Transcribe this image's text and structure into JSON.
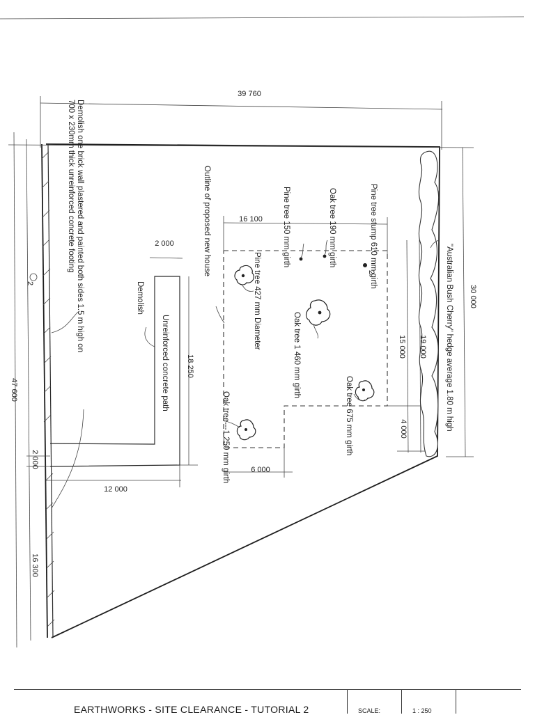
{
  "dimensions": {
    "top_width": "39 760",
    "right_height": "30 000",
    "left_height": "47 600",
    "house_width": "16 100",
    "path_width": "2 000",
    "path_length": "18 250",
    "gap_2000": "2 000",
    "bottom_12000": "12 000",
    "bottom_16300": "16 300",
    "right_15000": "15 000",
    "right_19000": "19 000",
    "right_4000": "4 000",
    "house_6000": "6 000"
  },
  "labels": {
    "wall_note_line1": "Demolish one brick wall plastered and painted both sides 1.5 m high on",
    "wall_note_line2": "700 x 230mm thick unreinforced concrete footing",
    "house_outline": "Outline of proposed new house",
    "pine_150": "Pine tree 150 mm girth",
    "oak_190": "Oak tree  190 mm girth",
    "pine_stump": "Pine tree stump 610 mm girth",
    "pine_427": "Pine tree 427 mm Diameter",
    "oak_1460": "Oak tree 1 460 mm girth",
    "oak_675": "Oak tree  675 mm girth",
    "oak_1250": "Oak tree---1 250 mm girth",
    "demolish": "Demolish",
    "concrete_path": "Unreinforced concrete path",
    "hedge": "\"Australian Bush Cherry\"  hedge average 1.80 m high",
    "stump_mark": "2",
    "left_mark": "2"
  },
  "title_block": {
    "title": "EARTHWORKS  - SITE CLEARANCE - TUTORIAL 2",
    "scale_label": "SCALE:",
    "scale_value": "1 : 250"
  }
}
